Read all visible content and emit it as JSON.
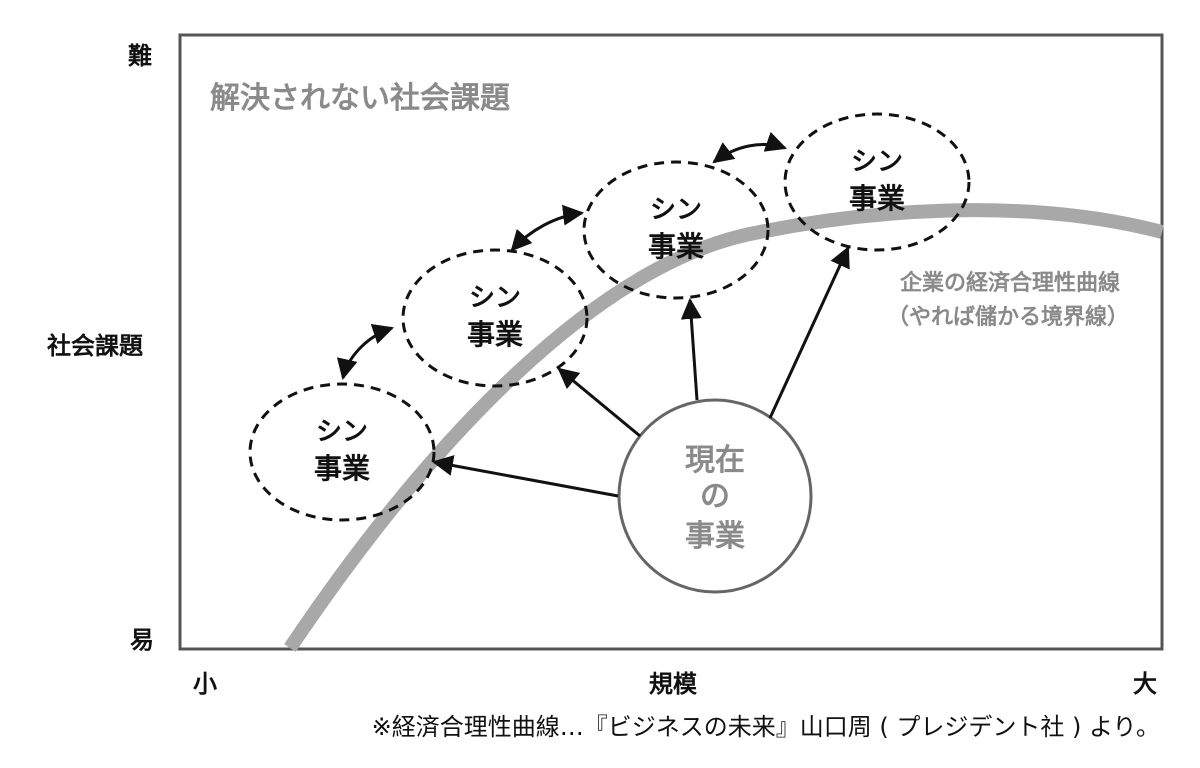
{
  "yaxis": {
    "top": "難",
    "middle": "社会課題",
    "bottom": "易"
  },
  "xaxis": {
    "left": "小",
    "middle": "規模",
    "right": "大"
  },
  "frame_title": "解決されない社会課題",
  "curve_label": {
    "line1": "企業の経済合理性曲線",
    "line2": "（やれば儲かる境界線）"
  },
  "new_business": [
    {
      "line1": "シン",
      "line2": "事業"
    },
    {
      "line1": "シン",
      "line2": "事業"
    },
    {
      "line1": "シン",
      "line2": "事業"
    },
    {
      "line1": "シン",
      "line2": "事業"
    }
  ],
  "current_business": {
    "line1": "現在",
    "line2": "の",
    "line3": "事業"
  },
  "footnote": "※経済合理性曲線…『ビジネスの未来』山口周 ( プレジデント社 ) より。",
  "colors": {
    "frame": "#555555",
    "gray_text": "#8a8a8a",
    "curve": "#a8a8a8",
    "ink": "#111111",
    "circle": "#666666"
  }
}
